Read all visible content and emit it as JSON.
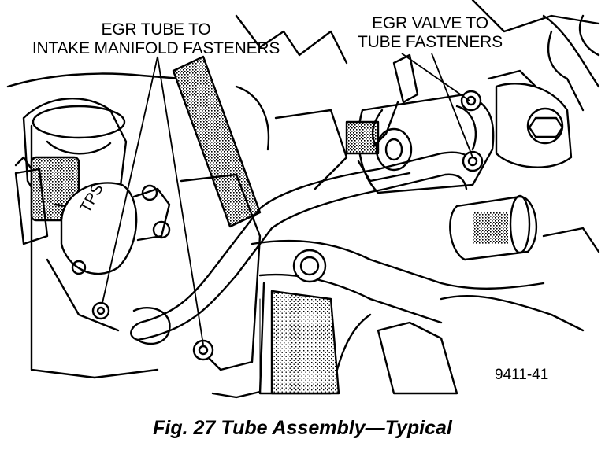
{
  "callouts": {
    "left": {
      "line1": "EGR TUBE TO",
      "line2": "INTAKE MANIFOLD FASTENERS"
    },
    "right": {
      "line1": "EGR VALVE TO",
      "line2": "TUBE FASTENERS"
    }
  },
  "figure_number": "9411-41",
  "caption": "Fig. 27 Tube Assembly—Typical",
  "part_stamp": "TPS",
  "colors": {
    "ink": "#000000",
    "paper": "#ffffff"
  }
}
